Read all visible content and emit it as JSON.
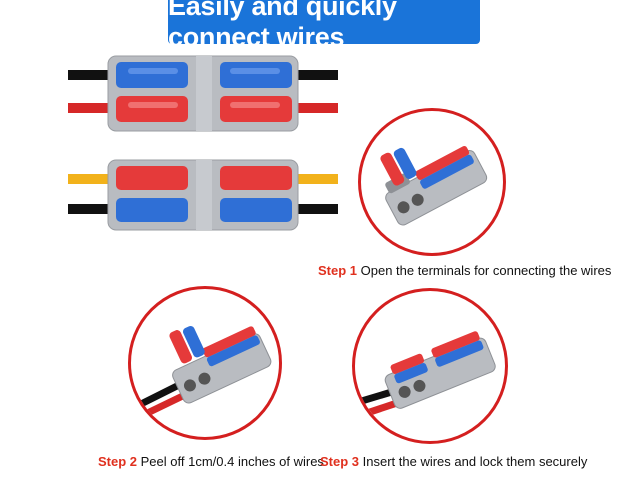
{
  "banner": {
    "title": "Easily and quickly connect wires"
  },
  "colors": {
    "accent_blue": "#1a74d9",
    "step_red": "#e0301e",
    "circle_red": "#d41f1f",
    "lever_red": "#e53a3a",
    "lever_blue": "#2f6fd6",
    "housing_gray": "#b9bcc1"
  },
  "steps": [
    {
      "label": "Step 1",
      "text": "Open the terminals for connecting the wires"
    },
    {
      "label": "Step 2",
      "text": "Peel off 1cm/0.4 inches of wires"
    },
    {
      "label": "Step 3",
      "text": "Insert the wires and lock them securely"
    }
  ]
}
